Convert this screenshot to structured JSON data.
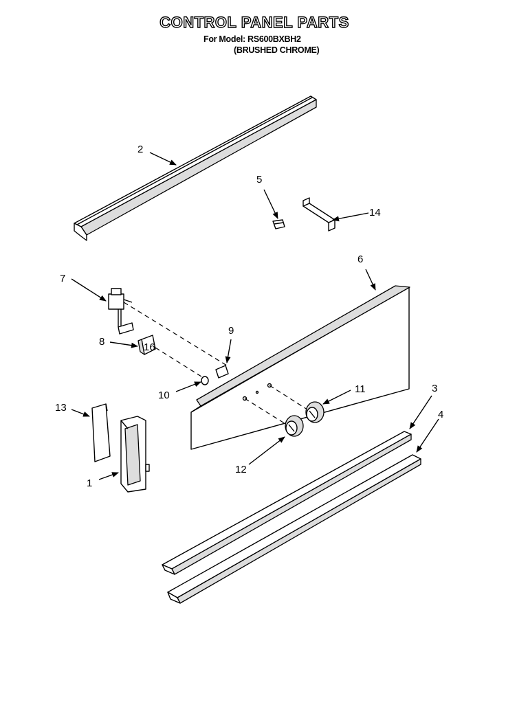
{
  "title": "CONTROL PANEL PARTS",
  "model_line": "For Model: RS600BXBH2",
  "finish_line": "(BRUSHED CHROME)",
  "callouts": {
    "c1": "1",
    "c2": "2",
    "c3": "3",
    "c4": "4",
    "c5": "5",
    "c6": "6",
    "c7": "7",
    "c8": "8",
    "c9": "9",
    "c10": "10",
    "c11": "11",
    "c12": "12",
    "c13": "13",
    "c14": "14"
  }
}
